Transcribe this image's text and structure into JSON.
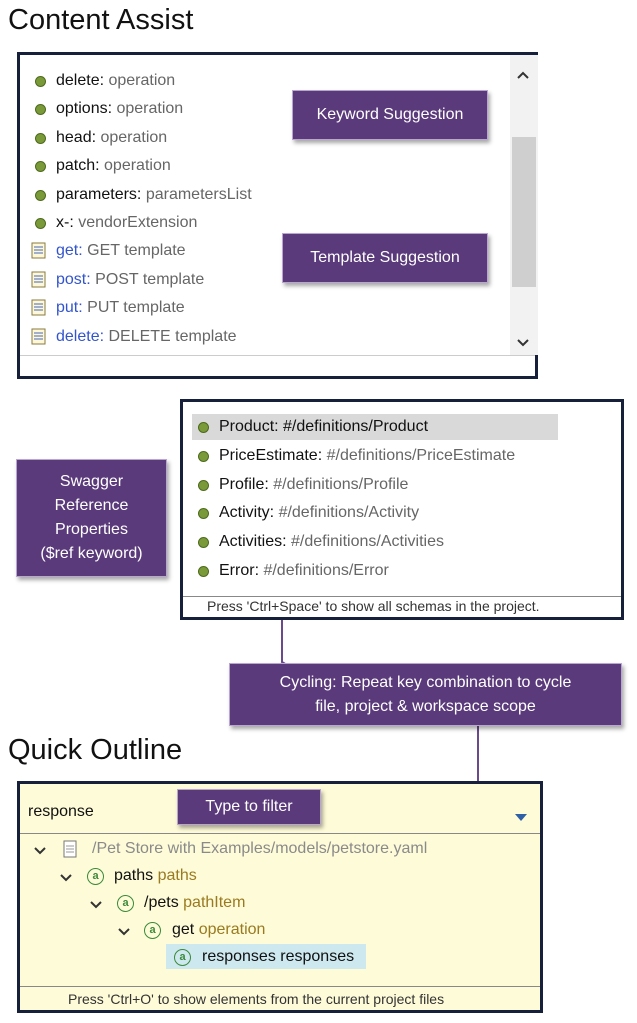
{
  "titles": {
    "content_assist": "Content Assist",
    "quick_outline": "Quick Outline"
  },
  "content_assist": {
    "items": [
      {
        "kind": "keyword",
        "name": "delete",
        "type": "operation"
      },
      {
        "kind": "keyword",
        "name": "options",
        "type": "operation"
      },
      {
        "kind": "keyword",
        "name": "head",
        "type": "operation"
      },
      {
        "kind": "keyword",
        "name": "patch",
        "type": "operation"
      },
      {
        "kind": "keyword",
        "name": "parameters",
        "type": "parametersList"
      },
      {
        "kind": "keyword",
        "name": "x-",
        "type": "vendorExtension"
      },
      {
        "kind": "template",
        "name": "get",
        "type": "GET template"
      },
      {
        "kind": "template",
        "name": "post",
        "type": "POST template"
      },
      {
        "kind": "template",
        "name": "put",
        "type": "PUT template"
      },
      {
        "kind": "template",
        "name": "delete",
        "type": "DELETE template"
      }
    ],
    "scroll_up_icon": "chevron-up-icon",
    "scroll_down_icon": "chevron-down-icon"
  },
  "reference": {
    "items": [
      {
        "name": "Product",
        "path": "#/definitions/Product",
        "selected": true
      },
      {
        "name": "PriceEstimate",
        "path": "#/definitions/PriceEstimate",
        "selected": false
      },
      {
        "name": "Profile",
        "path": "#/definitions/Profile",
        "selected": false
      },
      {
        "name": "Activity",
        "path": "#/definitions/Activity",
        "selected": false
      },
      {
        "name": "Activities",
        "path": "#/definitions/Activities",
        "selected": false
      },
      {
        "name": "Error",
        "path": "#/definitions/Error",
        "selected": false
      }
    ],
    "status": "Press 'Ctrl+Space' to show all schemas in the project."
  },
  "outline": {
    "filter_value": "response",
    "dropdown_icon": "triangle-down-icon",
    "file": "/Pet Store with Examples/models/petstore.yaml",
    "nodes": [
      {
        "name": "paths",
        "type": "paths"
      },
      {
        "name": "/pets",
        "type": "pathItem"
      },
      {
        "name": "get",
        "type": "operation"
      },
      {
        "name": "responses",
        "type": "responses"
      }
    ],
    "node_icon": "a",
    "status": "Press 'Ctrl+O' to show elements from the current project files"
  },
  "callouts": {
    "keyword": "Keyword Suggestion",
    "template": "Template Suggestion",
    "swagger_lines": [
      "Swagger",
      "Reference",
      "Properties",
      "($ref keyword)"
    ],
    "cycling_lines": [
      "Cycling: Repeat key combination to cycle",
      "file, project & workspace scope"
    ],
    "filter": "Type to filter"
  },
  "colors": {
    "callout_bg": "#5a3a7a",
    "panel_border": "#17203a",
    "outline_bg": "#fefbd8",
    "selected_bg": "#d9d9d9",
    "highlight_bg": "#cde8ee"
  }
}
